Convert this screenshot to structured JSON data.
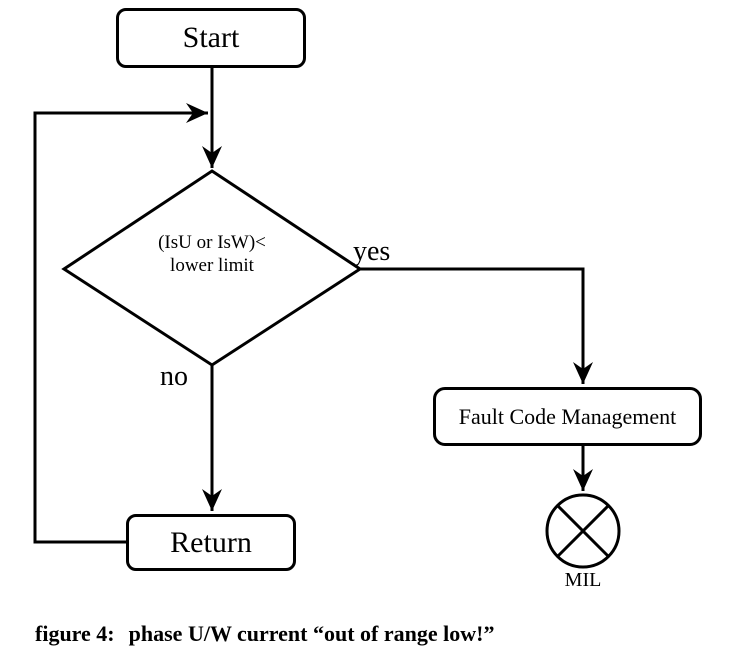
{
  "figure": {
    "background_color": "#ffffff",
    "line_color": "#000000"
  },
  "nodes": {
    "start": {
      "label": "Start",
      "shape": "rounded-rect"
    },
    "decision": {
      "line1": "(IsU or IsW)<",
      "line2": "lower limit",
      "shape": "diamond"
    },
    "fault": {
      "label": "Fault Code Management",
      "shape": "rounded-rect"
    },
    "return": {
      "label": "Return",
      "shape": "rounded-rect"
    },
    "mil": {
      "label": "MIL",
      "shape": "crossed-circle-lamp"
    }
  },
  "edges": {
    "yes_label": "yes",
    "no_label": "no"
  },
  "caption": {
    "prefix": "figure 4:",
    "text": "phase U/W current “out of range low!”"
  }
}
